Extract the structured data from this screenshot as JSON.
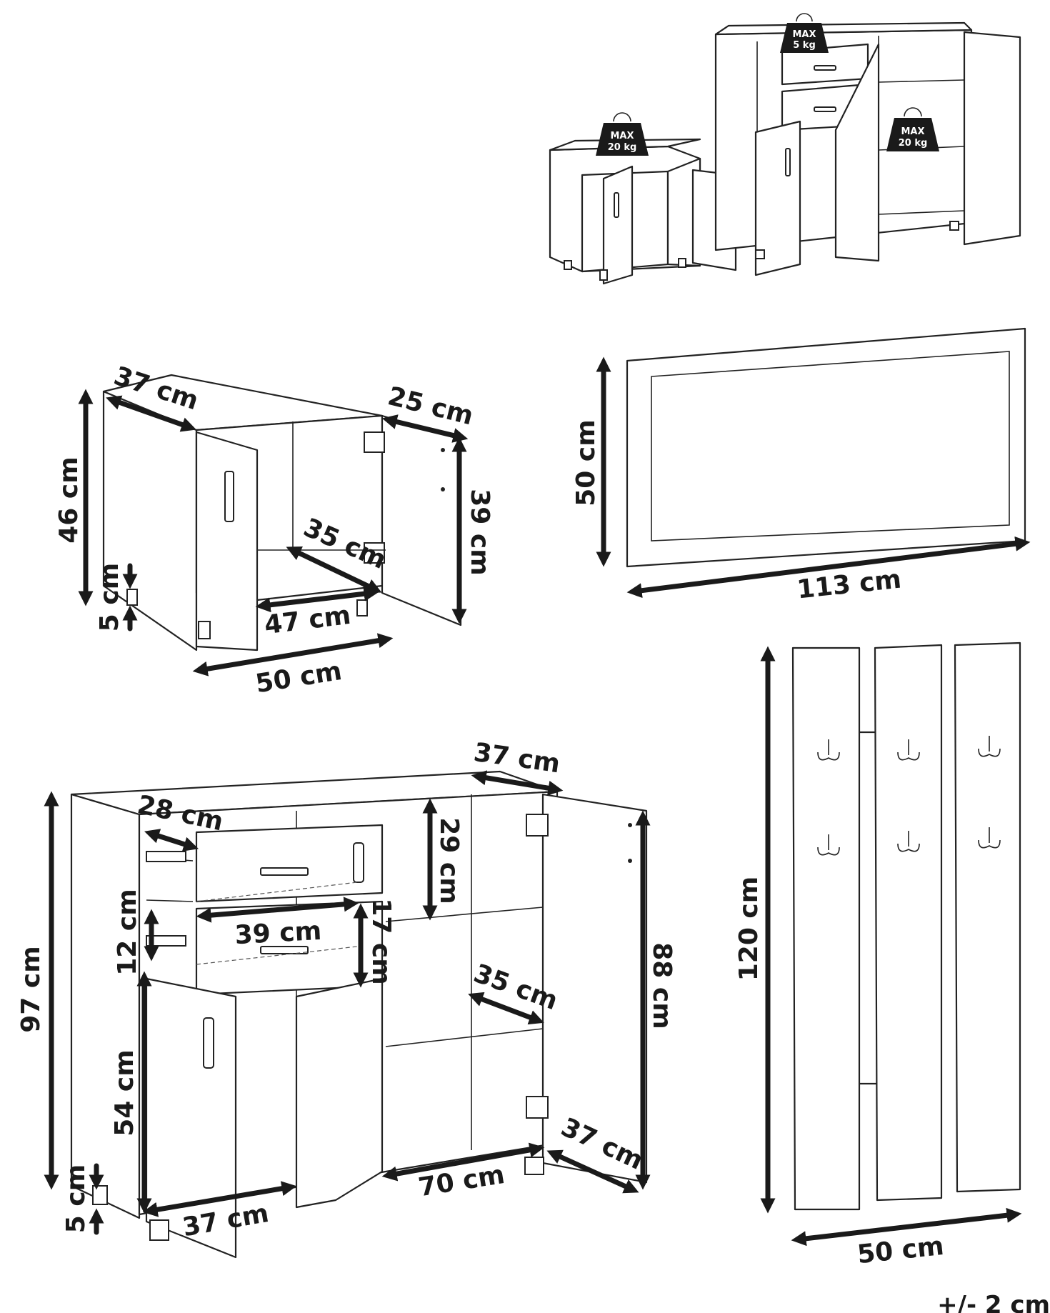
{
  "weights": {
    "drawer": {
      "line1": "MAX",
      "line2": "5 kg"
    },
    "cabinet_small": {
      "line1": "MAX",
      "line2": "20 kg"
    },
    "cabinet_large": {
      "line1": "MAX",
      "line2": "20 kg"
    }
  },
  "small_cabinet": {
    "depth": "37 cm",
    "door_width": "25 cm",
    "height": "46 cm",
    "door_height": "39 cm",
    "inner_depth": "35 cm",
    "inner_width": "47 cm",
    "width": "50 cm",
    "legs": "5 cm"
  },
  "mirror": {
    "height": "50 cm",
    "width": "113 cm"
  },
  "sideboard": {
    "depth": "37 cm",
    "drawer_depth": "28 cm",
    "shelf_height": "29 cm",
    "drawer_height": "12 cm",
    "drawer_width": "39 cm",
    "drawer_inner_height": "17 cm",
    "height": "97 cm",
    "door_height": "88 cm",
    "shelf_depth": "35 cm",
    "lower_height": "54 cm",
    "door_width": "37 cm",
    "inner_width": "70 cm",
    "right_door_width": "37 cm",
    "legs": "5 cm"
  },
  "coat_rack": {
    "height": "120 cm",
    "width": "50 cm"
  },
  "tolerance": "+/- 2 cm"
}
